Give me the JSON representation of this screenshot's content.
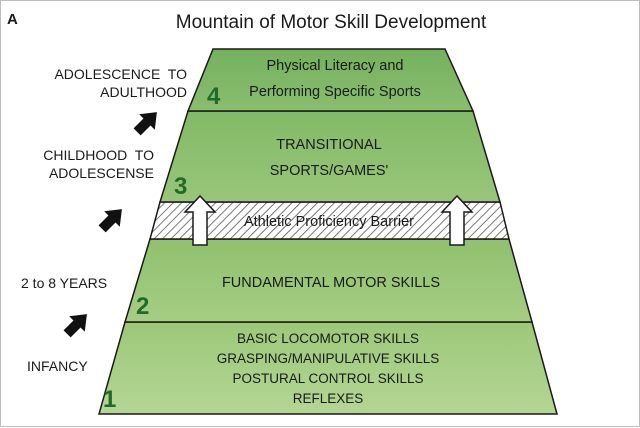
{
  "panel_letter": "A",
  "title": "Mountain of Motor Skill Development",
  "stages": {
    "s1": {
      "number": "1",
      "lines": [
        "BASIC LOCOMOTOR SKILLS",
        "GRASPING/MANIPULATIVE SKILLS",
        "POSTURAL CONTROL SKILLS",
        "REFLEXES"
      ]
    },
    "s2": {
      "number": "2",
      "lines": [
        "FUNDAMENTAL MOTOR SKILLS"
      ]
    },
    "s3": {
      "number": "3",
      "lines": [
        "TRANSITIONAL",
        "SPORTS/GAMES'"
      ]
    },
    "s4": {
      "number": "4",
      "lines": [
        "Physical Literacy and",
        "Performing Specific Sports"
      ]
    }
  },
  "barrier_label": "Athletic Proficiency Barrier",
  "age_labels": {
    "infancy": "INFANCY",
    "early": "2 to 8 YEARS",
    "childhood": [
      "CHILDHOOD  TO",
      "ADOLESCENSE"
    ],
    "adolescence": [
      "ADOLESCENCE  TO",
      "ADULTHOOD"
    ]
  },
  "colors": {
    "stage1": "#a8cf85",
    "stage2": "#9bc87a",
    "stage3": "#8cc072",
    "stage4": "#7db868",
    "number": "#1e6b2a",
    "outline": "#1a1a1a"
  }
}
